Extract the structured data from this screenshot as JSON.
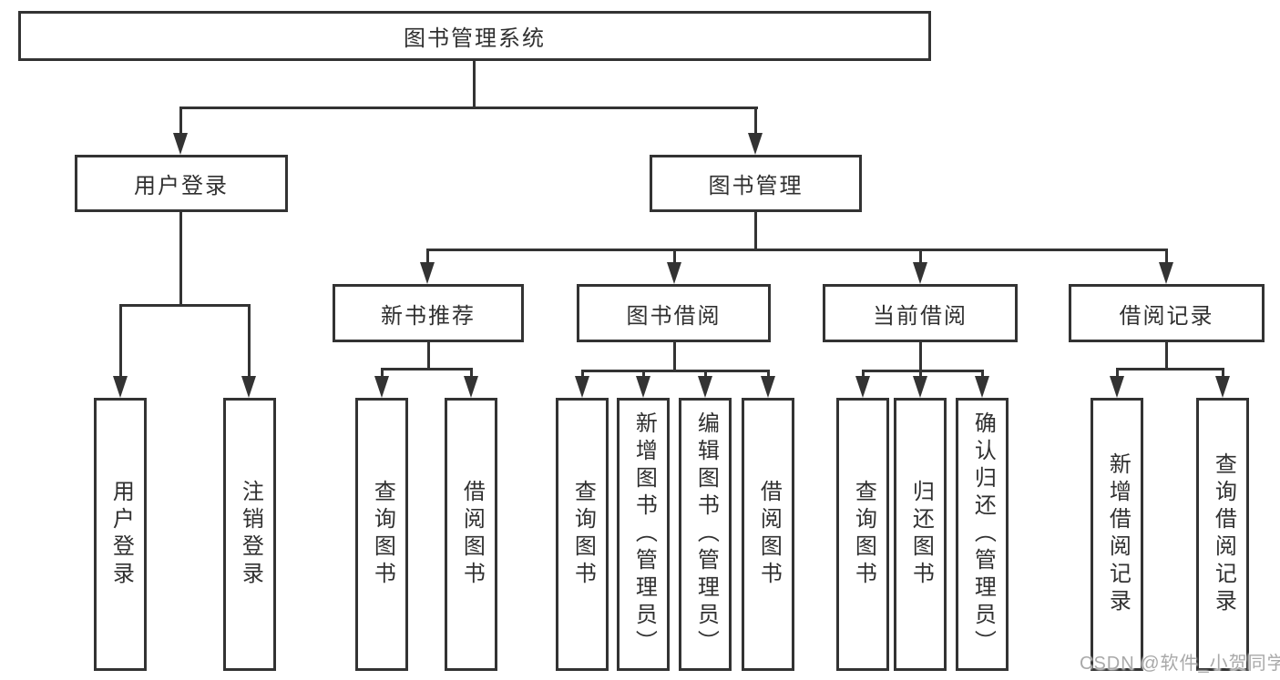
{
  "diagram": {
    "root": {
      "label": "图书管理系统"
    },
    "level2": [
      {
        "id": "user-login",
        "label": "用户登录"
      },
      {
        "id": "book-management",
        "label": "图书管理"
      }
    ],
    "level3": [
      {
        "id": "new-book-recommend",
        "label": "新书推荐"
      },
      {
        "id": "book-borrowing",
        "label": "图书借阅"
      },
      {
        "id": "current-borrowing",
        "label": "当前借阅"
      },
      {
        "id": "borrowing-records",
        "label": "借阅记录"
      }
    ],
    "leaves": [
      {
        "parent": "user-login",
        "label": "用户登录"
      },
      {
        "parent": "user-login",
        "label": "注销登录"
      },
      {
        "parent": "new-book-recommend",
        "label": "查询图书"
      },
      {
        "parent": "new-book-recommend",
        "label": "借阅图书"
      },
      {
        "parent": "book-borrowing",
        "label": "查询图书"
      },
      {
        "parent": "book-borrowing",
        "label": "新增图书（管理员）"
      },
      {
        "parent": "book-borrowing",
        "label": "编辑图书（管理员）"
      },
      {
        "parent": "book-borrowing",
        "label": "借阅图书"
      },
      {
        "parent": "current-borrowing",
        "label": "查询图书"
      },
      {
        "parent": "current-borrowing",
        "label": "归还图书"
      },
      {
        "parent": "current-borrowing",
        "label": "确认归还（管理员）"
      },
      {
        "parent": "borrowing-records",
        "label": "新增借阅记录"
      },
      {
        "parent": "borrowing-records",
        "label": "查询借阅记录"
      }
    ],
    "watermark": "CSDN @软件_小贺同学"
  },
  "colors": {
    "line": "#333333",
    "text": "#303030",
    "watermark": "#a9a9a9",
    "background": "#ffffff"
  }
}
